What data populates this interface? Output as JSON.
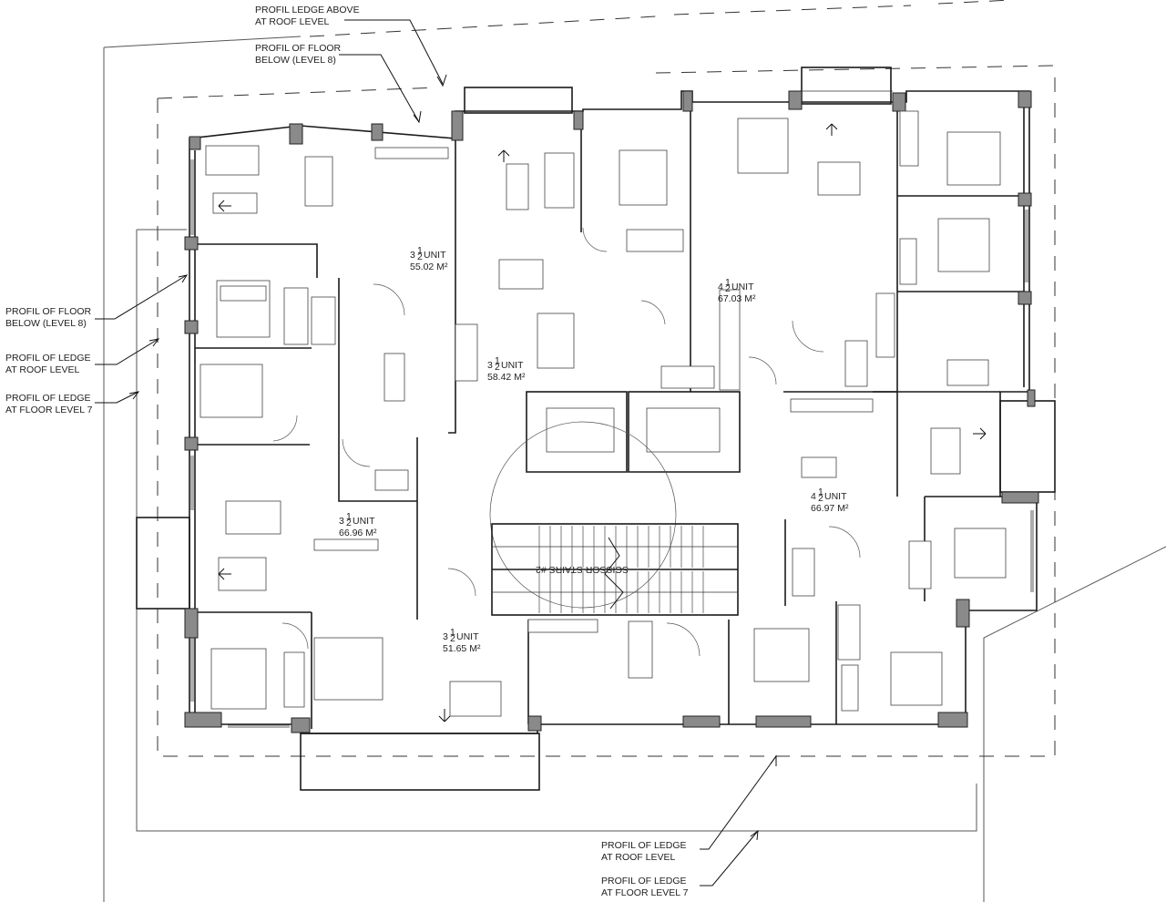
{
  "callouts": {
    "top_ledge": [
      "PROFIL LEDGE ABOVE",
      "AT ROOF LEVEL"
    ],
    "top_floor": [
      "PROFIL OF FLOOR",
      "BELOW (LEVEL 8)"
    ],
    "left_floor": [
      "PROFIL OF FLOOR",
      "BELOW (LEVEL 8)"
    ],
    "left_roof": [
      "PROFIL OF LEDGE",
      "AT ROOF LEVEL"
    ],
    "left_level7": [
      "PROFIL OF LEDGE",
      "AT FLOOR LEVEL 7"
    ],
    "bottom_roof": [
      "PROFIL OF LEDGE",
      "AT ROOF LEVEL"
    ],
    "bottom_level7": [
      "PROFIL OF LEDGE",
      "AT FLOOR LEVEL 7"
    ]
  },
  "units": [
    {
      "type": "3",
      "frac_num": "1",
      "frac_den": "2",
      "suffix": "UNIT",
      "area": "55.02 M²"
    },
    {
      "type": "3",
      "frac_num": "1",
      "frac_den": "2",
      "suffix": "UNIT",
      "area": "58.42 M²"
    },
    {
      "type": "4",
      "frac_num": "1",
      "frac_den": "2",
      "suffix": "UNIT",
      "area": "67.03 M²"
    },
    {
      "type": "3",
      "frac_num": "1",
      "frac_den": "2",
      "suffix": "UNIT",
      "area": "66.96 M²"
    },
    {
      "type": "4",
      "frac_num": "1",
      "frac_den": "2",
      "suffix": "UNIT",
      "area": "66.97 M²"
    },
    {
      "type": "3",
      "frac_num": "1",
      "frac_den": "2",
      "suffix": "UNIT",
      "area": "51.65 M²"
    }
  ],
  "stair_label": "SCISSOR STAIRS #2"
}
